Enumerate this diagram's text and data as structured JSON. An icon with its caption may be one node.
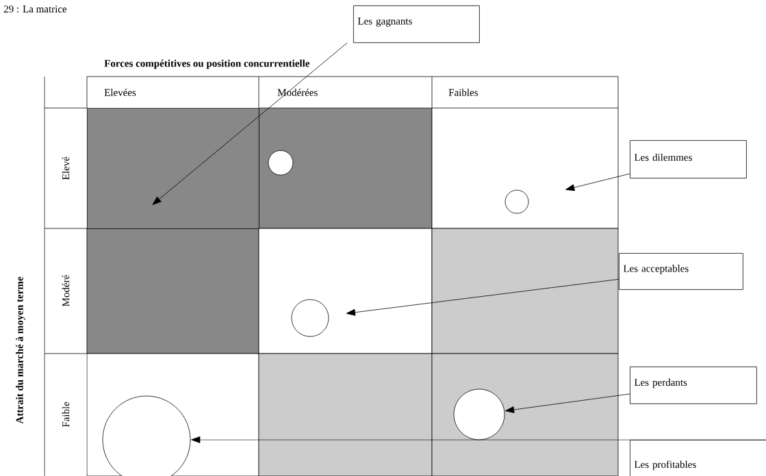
{
  "diagram": {
    "title": "29 : La matrice",
    "nodes": [
      {
        "text": [
          "Les gagnants"
        ]
      },
      {
        "text": [],
        "shape": "box"
      },
      {
        "text": [],
        "shape": "circle"
      },
      {
        "text": [
          "Les dilemmes"
        ]
      },
      {
        "text": [],
        "shape": "circle"
      },
      {
        "text": [
          "Les acceptables"
        ]
      },
      {
        "text": [],
        "shape": "circle"
      },
      {
        "text": [
          "Les perdants"
        ]
      },
      {
        "text": [],
        "shape": "circle"
      },
      {
        "text": [
          "Les profitables"
        ]
      },
      {
        "text": [],
        "shape": "circle"
      }
    ],
    "edges": [
      {
        "from": 0,
        "to": 1,
        "arrow": "to"
      },
      {
        "from": 3,
        "to": 4,
        "arrow": "to"
      },
      {
        "from": 5,
        "to": 6,
        "arrow": "to"
      },
      {
        "from": 7,
        "to": 8,
        "arrow": "to"
      },
      {
        "from": 9,
        "to": 10,
        "arrow": "to"
      }
    ],
    "labels": [
      "Forces compétitives ou position concurrentielle",
      "Elevées",
      "Modérées",
      "Faibles",
      "Elevé",
      "Modéré",
      "Faible",
      "Attrait du marché à moyen terme"
    ]
  }
}
